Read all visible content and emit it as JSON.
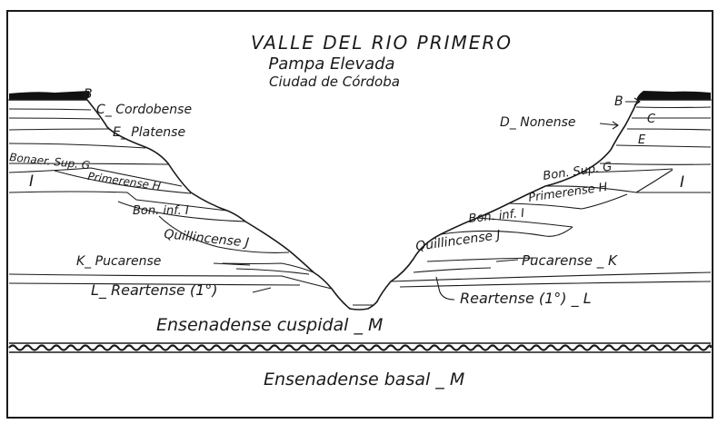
{
  "title": {
    "line1": "VALLE DEL RIO PRIMERO",
    "line2": "Pampa Elevada",
    "line3": "Ciudad de Córdoba"
  },
  "left_labels": {
    "b": "B",
    "c": "C_ Cordobense",
    "e": "E_ Platense",
    "g": "Bonaer. Sup. G",
    "h": "Primerense H",
    "i_roman": "I",
    "i_layer": "Bon. inf. I",
    "j": "Quillincense J",
    "k": "K_ Pucarense",
    "l": "L_ Reartense (1°)"
  },
  "right_labels": {
    "b": "B",
    "c": "C",
    "d": "D_ Nonense",
    "e": "E",
    "g": "Bon. Sup. G",
    "h": "Primerense H",
    "i_roman": "I",
    "i_layer": "Bon. inf. I",
    "j": "Quillincense J",
    "k": "Pucarense _ K",
    "l": "Reartense (1°) _ L"
  },
  "bottom_labels": {
    "m_cuspidal": "Ensenadense cuspidal _ M",
    "m_basal": "Ensenadense basal _ M"
  }
}
